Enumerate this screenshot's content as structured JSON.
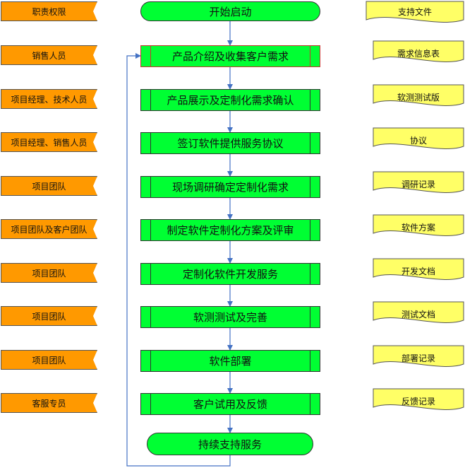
{
  "colors": {
    "role_fill": "#ff9900",
    "process_fill": "#00ff33",
    "doc_fill": "#ffff66",
    "connector": "#4472c4",
    "highlight_border": "#cc3333"
  },
  "headers": {
    "roles": "职责权限",
    "start": "开始启动",
    "docs": "支持文件"
  },
  "steps": [
    {
      "role": "销售人员",
      "process": "产品介绍及收集客户需求",
      "doc": "需求信息表"
    },
    {
      "role": "项目经理、技术人员",
      "process": "产品展示及定制化需求确认",
      "doc": "软测测试版"
    },
    {
      "role": "项目经理、销售人员",
      "process": "签订软件提供服务协议",
      "doc": "协议"
    },
    {
      "role": "项目团队",
      "process": "现场调研确定定制化需求",
      "doc": "调研记录"
    },
    {
      "role": "项目团队及客户团队",
      "process": "制定软件定制化方案及评审",
      "doc": "软件方案"
    },
    {
      "role": "项目团队",
      "process": "定制化软件开发服务",
      "doc": "开发文档"
    },
    {
      "role": "项目团队",
      "process": "软测测试及完善",
      "doc": "测试文档"
    },
    {
      "role": "项目团队",
      "process": "软件部署",
      "doc": "部署记录"
    },
    {
      "role": "客服专员",
      "process": "客户试用及反馈",
      "doc": "反馈记录"
    }
  ],
  "end": "持续支持服务"
}
